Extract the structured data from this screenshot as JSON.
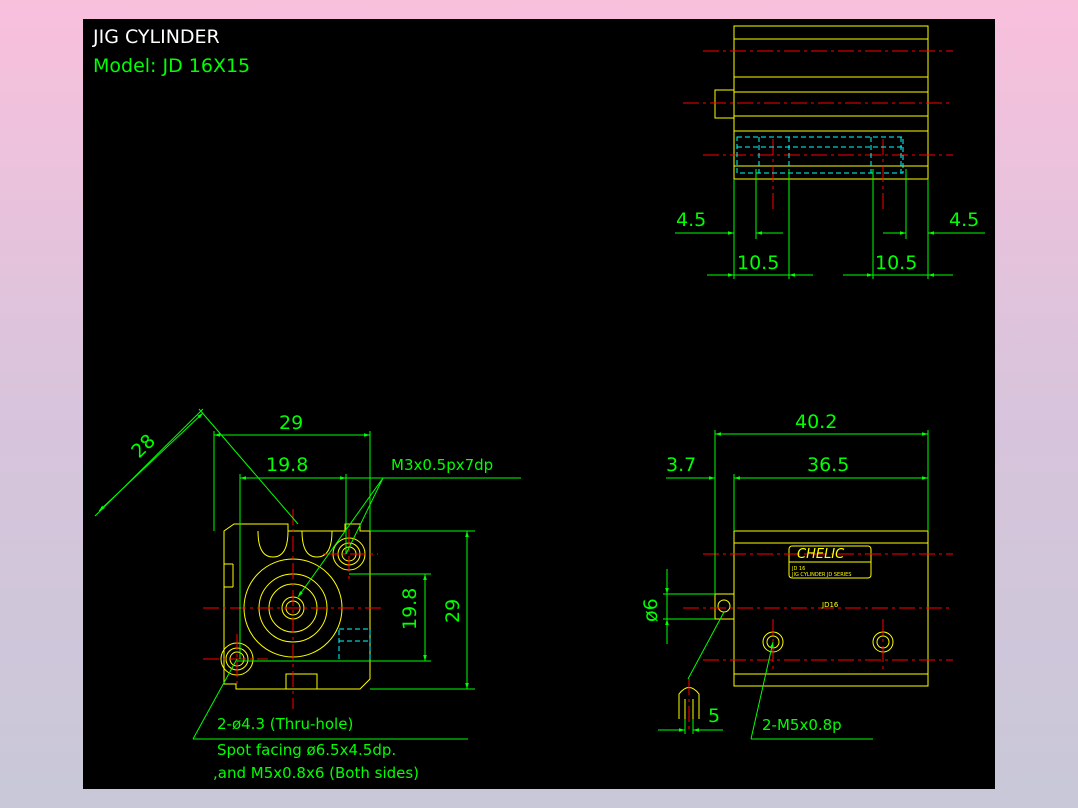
{
  "title": "JIG CYLINDER",
  "model": "Model:  JD 16X15",
  "colors": {
    "background": "#000000",
    "outline": "#ffff00",
    "dimension": "#00ff00",
    "centerline": "#ff0000",
    "hidden": "#00ffff",
    "text_white": "#ffffff"
  },
  "dimensions": {
    "top_left_4_5": "4.5",
    "top_right_4_5": "4.5",
    "top_left_10_5": "10.5",
    "top_right_10_5": "10.5",
    "front_diag_28": "28",
    "front_width_29": "29",
    "front_hole_19_8": "19.8",
    "front_height_19_8": "19.8",
    "front_height_29": "29",
    "side_length_40_2": "40.2",
    "side_offset_3_7": "3.7",
    "side_body_36_5": "36.5",
    "side_dia_6": "ø6",
    "side_5": "5"
  },
  "notes": {
    "thread_callout": "M3x0.5px7dp",
    "hole_callout_1": "2-ø4.3 (Thru-hole)",
    "hole_callout_2": "Spot facing  ø6.5x4.5dp.",
    "hole_callout_3": ",and M5x0.8x6 (Both sides)",
    "port_callout": "2-M5x0.8p"
  },
  "label_plate": {
    "brand": "CHELIC",
    "line_1": "JD 16",
    "line_2": "JIG CYLINDER  JD  SERIES",
    "model_mark": "JD16"
  }
}
